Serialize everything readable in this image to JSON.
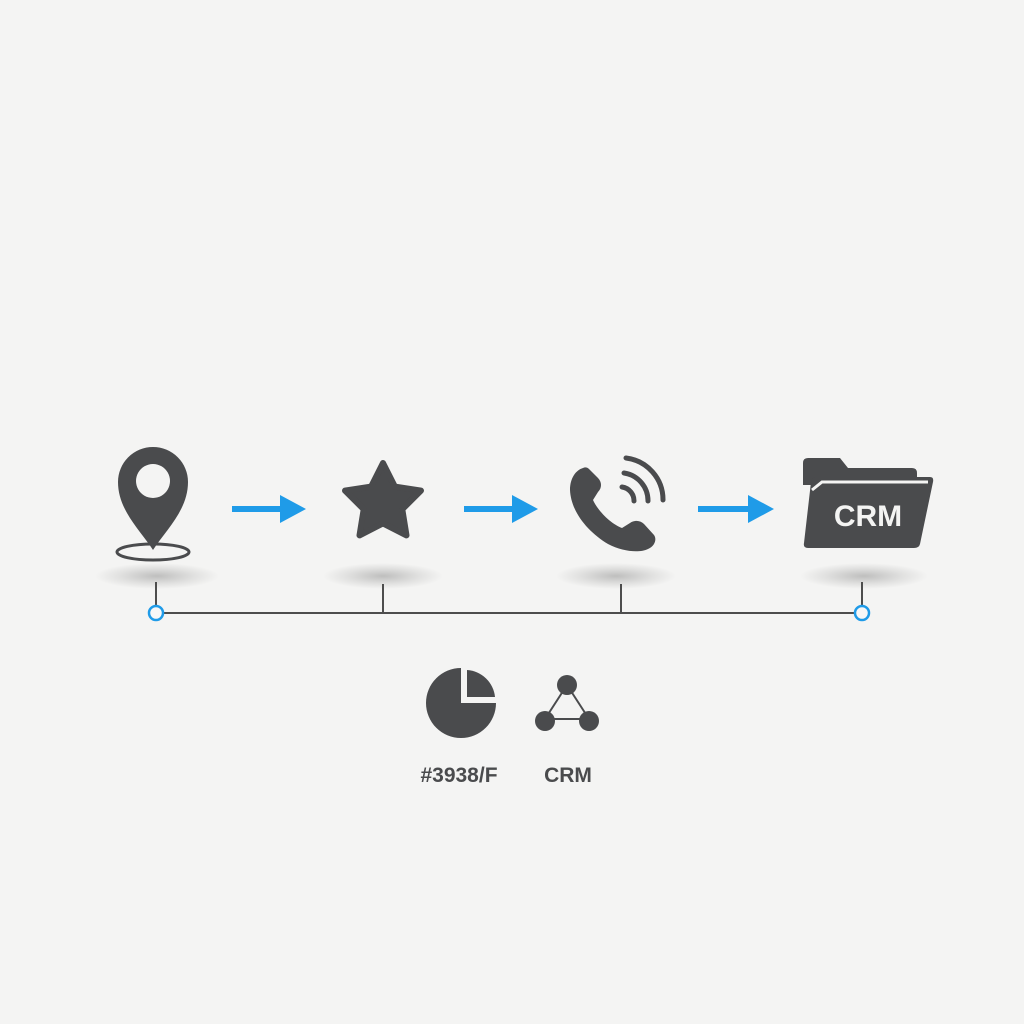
{
  "flow": {
    "steps": [
      {
        "icon": "map-pin-icon"
      },
      {
        "icon": "star-icon"
      },
      {
        "icon": "phone-call-icon"
      },
      {
        "icon": "crm-folder-icon",
        "label": "CRM"
      }
    ],
    "arrow_count": 3
  },
  "legend": {
    "items": [
      {
        "icon": "pie-chart-icon",
        "label": "#3938/F"
      },
      {
        "icon": "network-nodes-icon",
        "label": "CRM"
      }
    ]
  },
  "colors": {
    "background": "#f4f4f3",
    "icon": "#4a4b4d",
    "accent_blue": "#1f9be8",
    "line": "#4d4d4d"
  }
}
